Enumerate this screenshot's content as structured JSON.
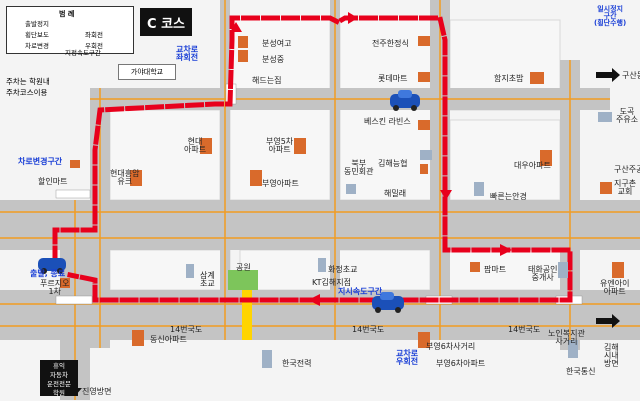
{
  "title": "C 코스",
  "legend": {
    "header": "범 례",
    "items": [
      "출발정지",
      "횡단보도",
      "차로변경",
      "좌회전",
      "우회전",
      "지정속도구간"
    ]
  },
  "parking_note": [
    "주차는 학원내",
    "주차코스이용"
  ],
  "school": "가야대학교",
  "blue_labels": {
    "left_turn": "교차로\n좌회전",
    "stop_section": "일시정지\n구간\n(횡단수행)",
    "lane_change": "차로변경구간",
    "start_end": "출발, 종료",
    "speed_zone": "지시속도구간",
    "right_turn": "교차로\n우회전"
  },
  "places": [
    "분성여고",
    "분성중",
    "해드는집",
    "전주한정식",
    "롯데마트",
    "함지초밥",
    "부영5차\n아파트",
    "부영아파트",
    "현대\n아파트",
    "현대흥암\n유크",
    "베스킨 라빈스",
    "김해능협",
    "해밀래",
    "북부\n동민회관",
    "빠른는안경",
    "대우아파트",
    "도곡\n주유소",
    "구산주공",
    "지구촌\n교회",
    "할인마트",
    "푸르지오\n1차",
    "삼계\n초교",
    "공원",
    "화정초교",
    "KT김해지점",
    "팜마트",
    "태화공인\n중개사",
    "유엔아이\n아파트",
    "동신아파트",
    "한국전력",
    "부영6차사거리",
    "부영6차아파트",
    "노인복지관\n사거리",
    "김해\n시내\n방면",
    "한국통신",
    "진영방면",
    "구산동"
  ],
  "roads": [
    "14번국도",
    "14번국도",
    "14번국도"
  ],
  "footer_box": "휴익\n자동차\n운전전문\n학원",
  "colors": {
    "route": "#e8001c",
    "road": "#b8b8b8",
    "lane": "#f29b22",
    "blue_text": "#1a3fd6"
  }
}
